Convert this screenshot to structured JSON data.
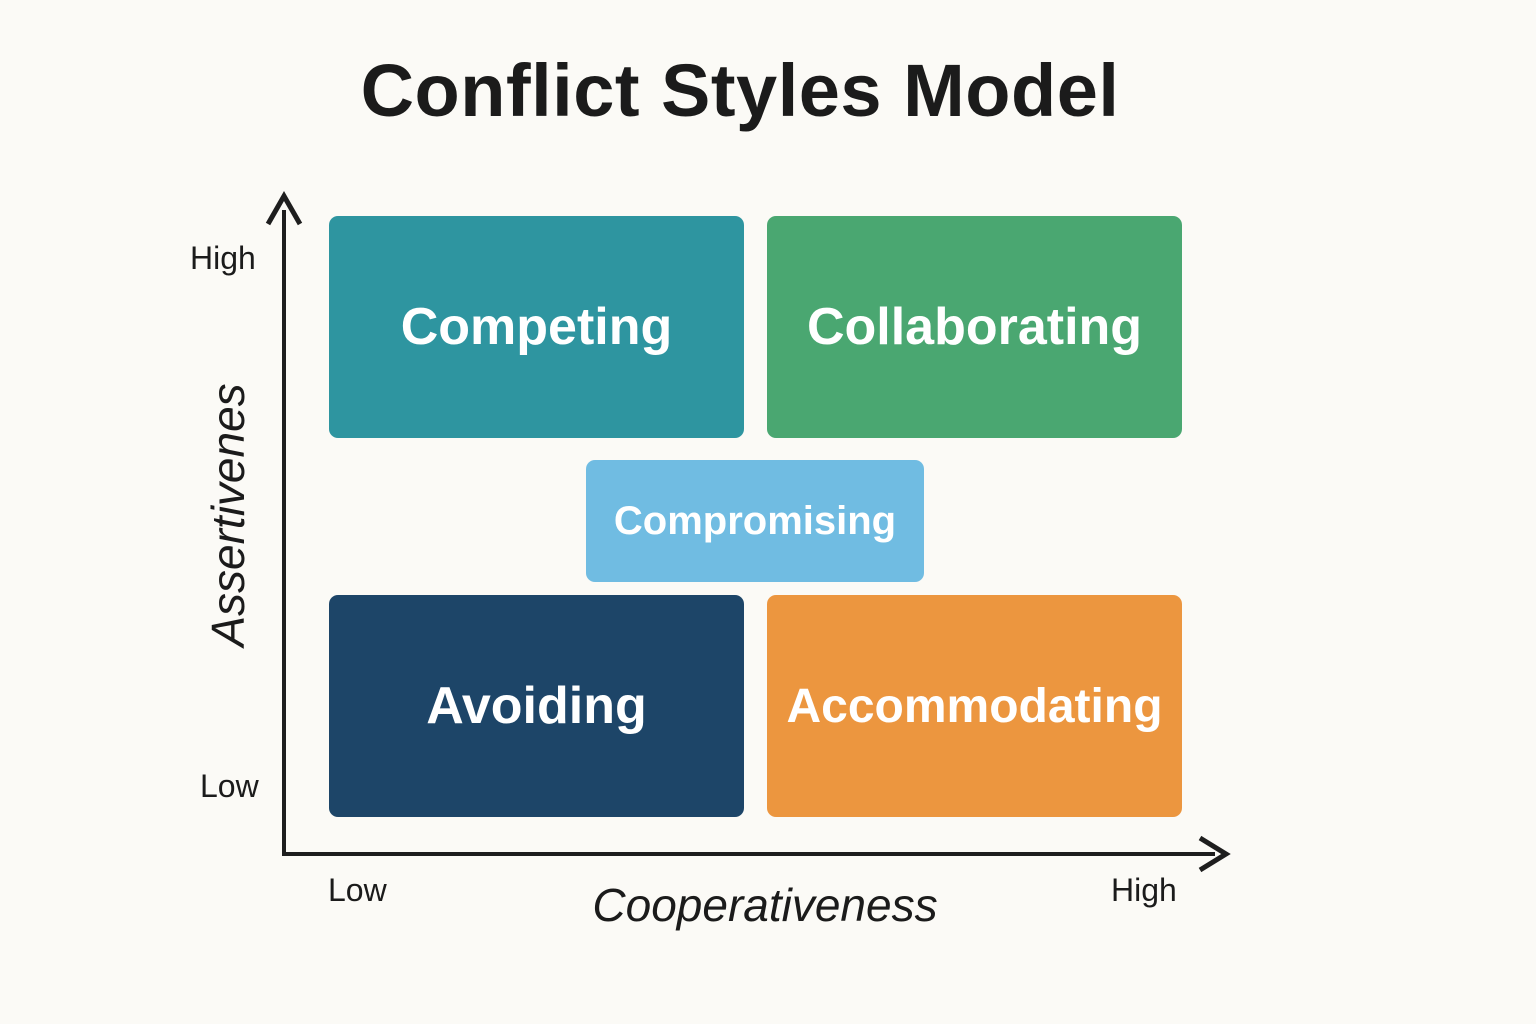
{
  "title": "Conflict Styles Model",
  "y_axis": {
    "label": "Assertivenes",
    "high": "High",
    "low": "Low"
  },
  "x_axis": {
    "label": "Cooperativeness",
    "low": "Low",
    "high": "High"
  },
  "styles": {
    "competing": {
      "label": "Competing",
      "color": "#2e95a0"
    },
    "collaborating": {
      "label": "Collaborating",
      "color": "#4aa771"
    },
    "compromising": {
      "label": "Compromising",
      "color": "#70bce2"
    },
    "avoiding": {
      "label": "Avoiding",
      "color": "#1d4568"
    },
    "accommodating": {
      "label": "Accommodating",
      "color": "#ec963f"
    }
  },
  "colors": {
    "axis": "#1e1e1e",
    "background": "#fbfaf6"
  }
}
